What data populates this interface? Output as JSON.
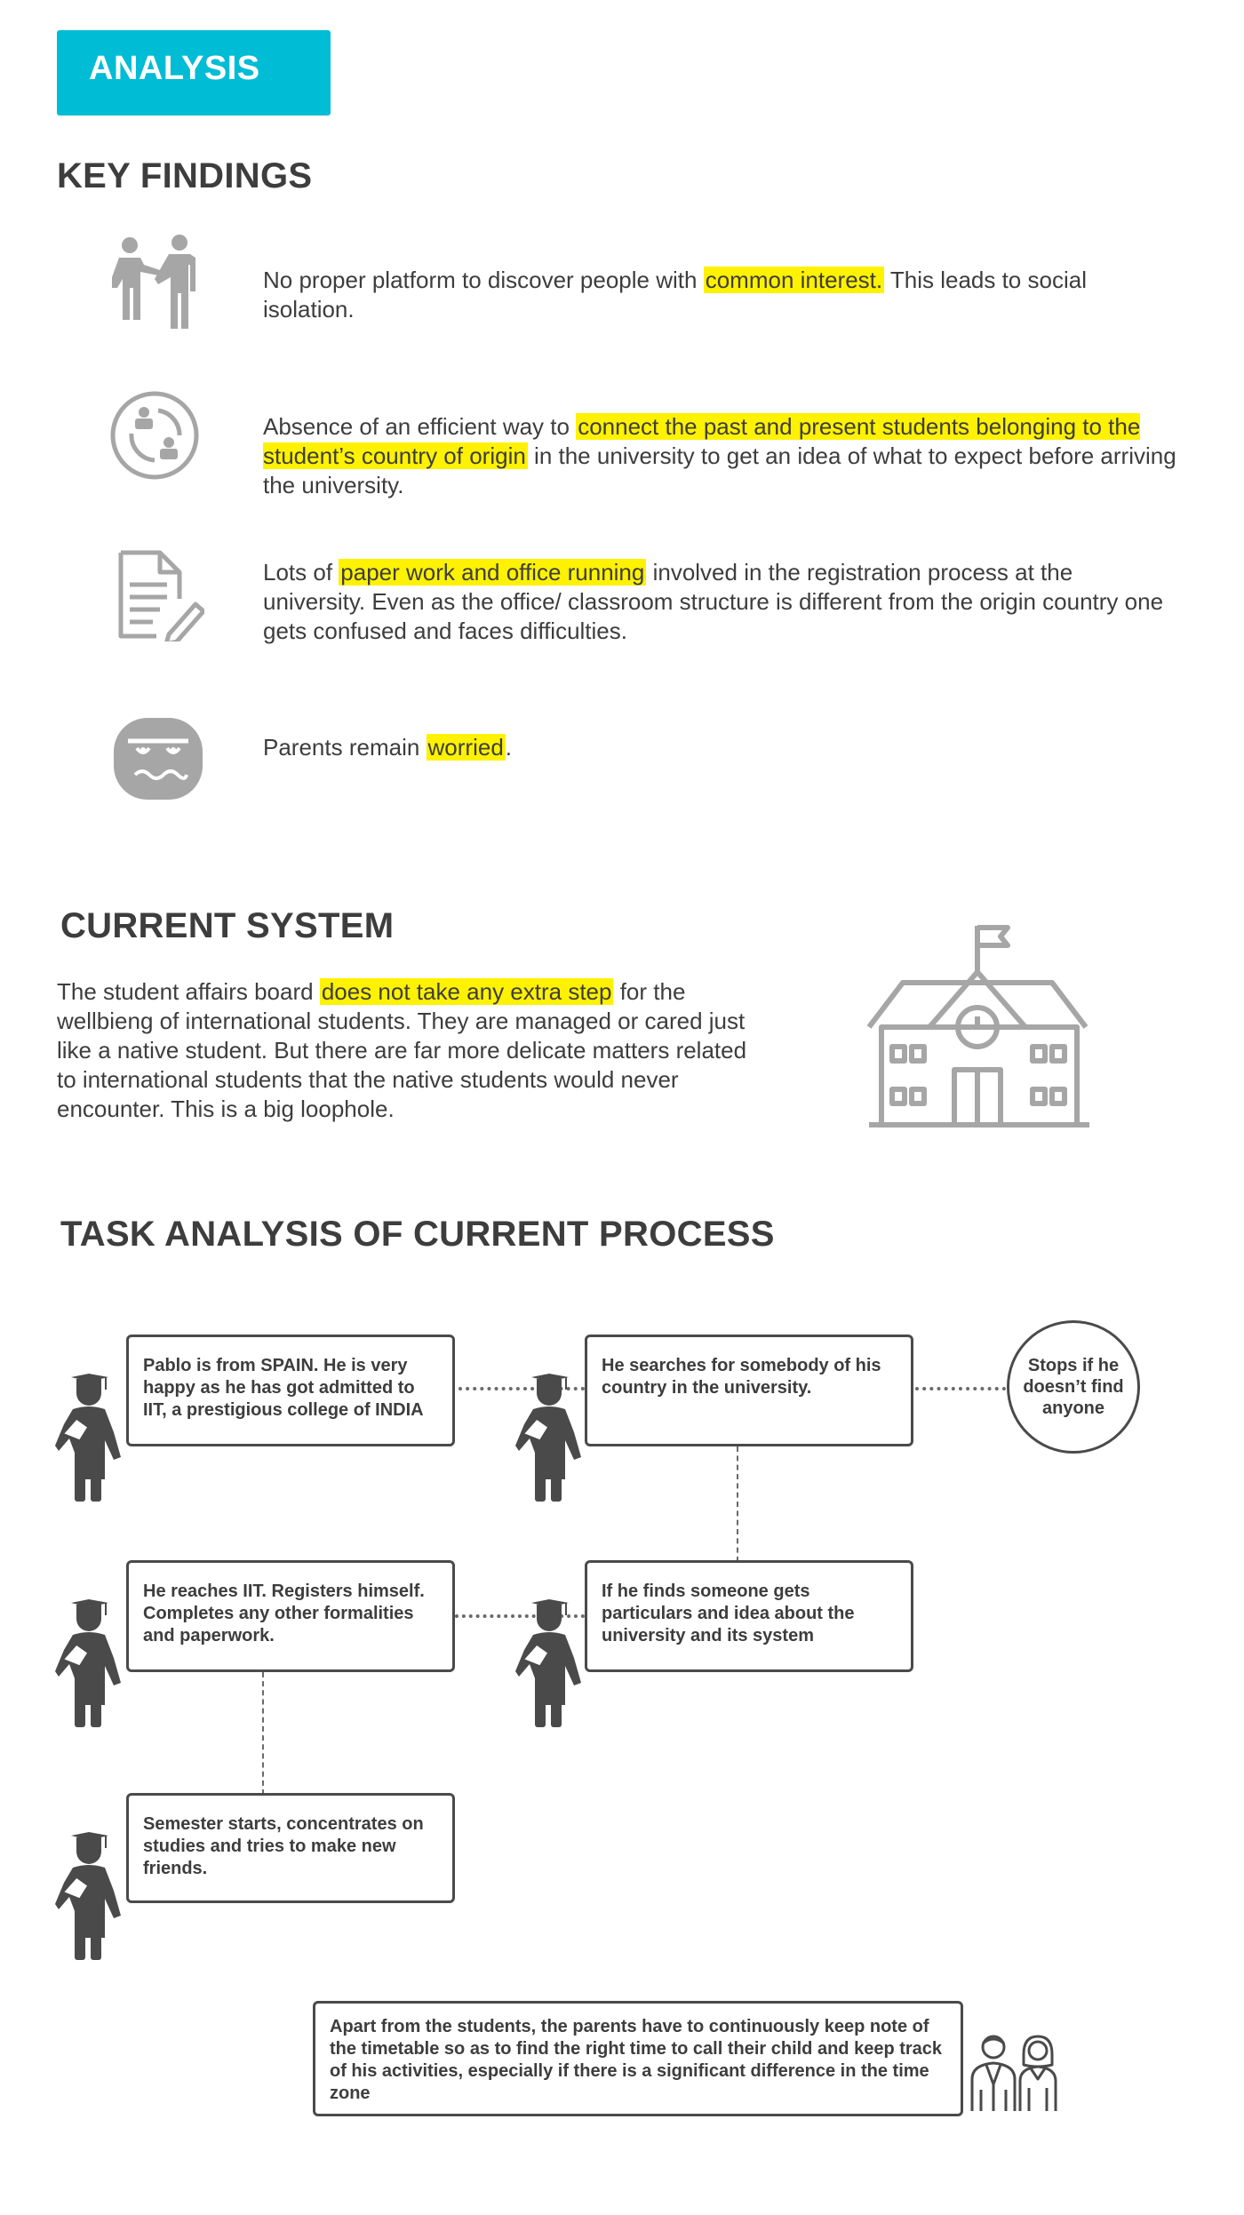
{
  "header": {
    "badge": "ANALYSIS"
  },
  "key_findings": {
    "title": "KEY FINDINGS",
    "items": [
      {
        "icon": "people-icon",
        "pre": "No proper platform to discover people with ",
        "highlight": "common interest.",
        "post": " This leads to social isolation."
      },
      {
        "icon": "exchange-circle-icon",
        "pre": "Absence of an efficient way to ",
        "highlight": "connect the past and present students belonging to the student’s country of origin",
        "post": " in the university to get an idea of what to expect before arriving the university."
      },
      {
        "icon": "document-edit-icon",
        "pre": "Lots of ",
        "highlight": "paper work and office running",
        "post": " involved in the registration process at the university. Even as the office/ classroom structure is different from the origin country one gets confused and faces difficulties."
      },
      {
        "icon": "worried-face-icon",
        "pre": "Parents remain ",
        "highlight": "worried",
        "post": "."
      }
    ]
  },
  "current_system": {
    "title": "CURRENT SYSTEM",
    "pre": "The student affairs board ",
    "highlight": "does not take any extra step",
    "post": " for the wellbieng of international students. They are managed or cared just like a native student. But there are far more delicate matters related to international students that the native students would never encounter. This is a big loophole.",
    "icon": "school-building-icon"
  },
  "task_analysis": {
    "title": "TASK ANALYSIS OF CURRENT PROCESS",
    "steps": [
      "Pablo is from SPAIN. He is very happy as he has got admitted to IIT, a prestigious college of INDIA",
      "He searches for somebody of his country in the university.",
      "He reaches IIT. Registers himself. Completes any other formalities and paperwork.",
      "If he finds someone gets particulars and idea about the university and its system",
      "Semester starts, concentrates on studies and tries to make new friends."
    ],
    "stop_circle": "Stops if he doesn’t find anyone",
    "parents_note": "Apart from the students, the parents have to continuously keep note of the timetable so as to find the right time to call their child and keep track of his activities, especially if there is a significant difference in the time zone",
    "colors": {
      "icon_dark": "#4a4a4a",
      "icon_grey": "#a6a6a6",
      "highlight": "#fff200",
      "accent": "#00bcd4"
    }
  }
}
